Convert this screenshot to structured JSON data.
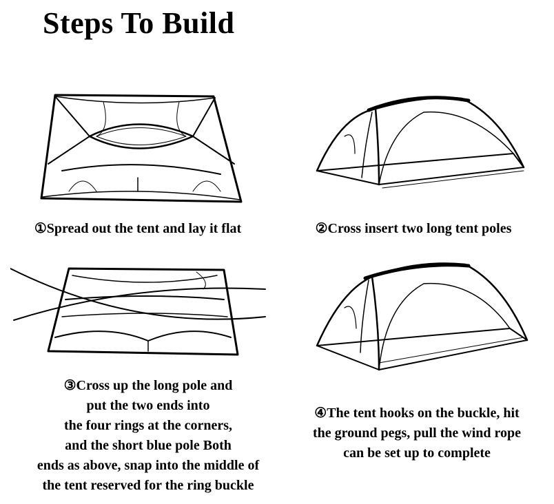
{
  "title": "Steps To Build",
  "steps": [
    {
      "lines": [
        "①Spread out the tent and lay it flat"
      ]
    },
    {
      "lines": [
        "②Cross insert two long tent poles"
      ]
    },
    {
      "lines": [
        "③Cross up the long pole and",
        "put the two ends into",
        "the four rings at the corners,",
        "and the short blue pole Both",
        "ends as above, snap into the middle of",
        "the tent reserved for the ring buckle"
      ]
    },
    {
      "lines": [
        "④The tent hooks on the buckle, hit",
        "the ground pegs, pull the wind rope",
        "can be set up to complete"
      ]
    }
  ]
}
